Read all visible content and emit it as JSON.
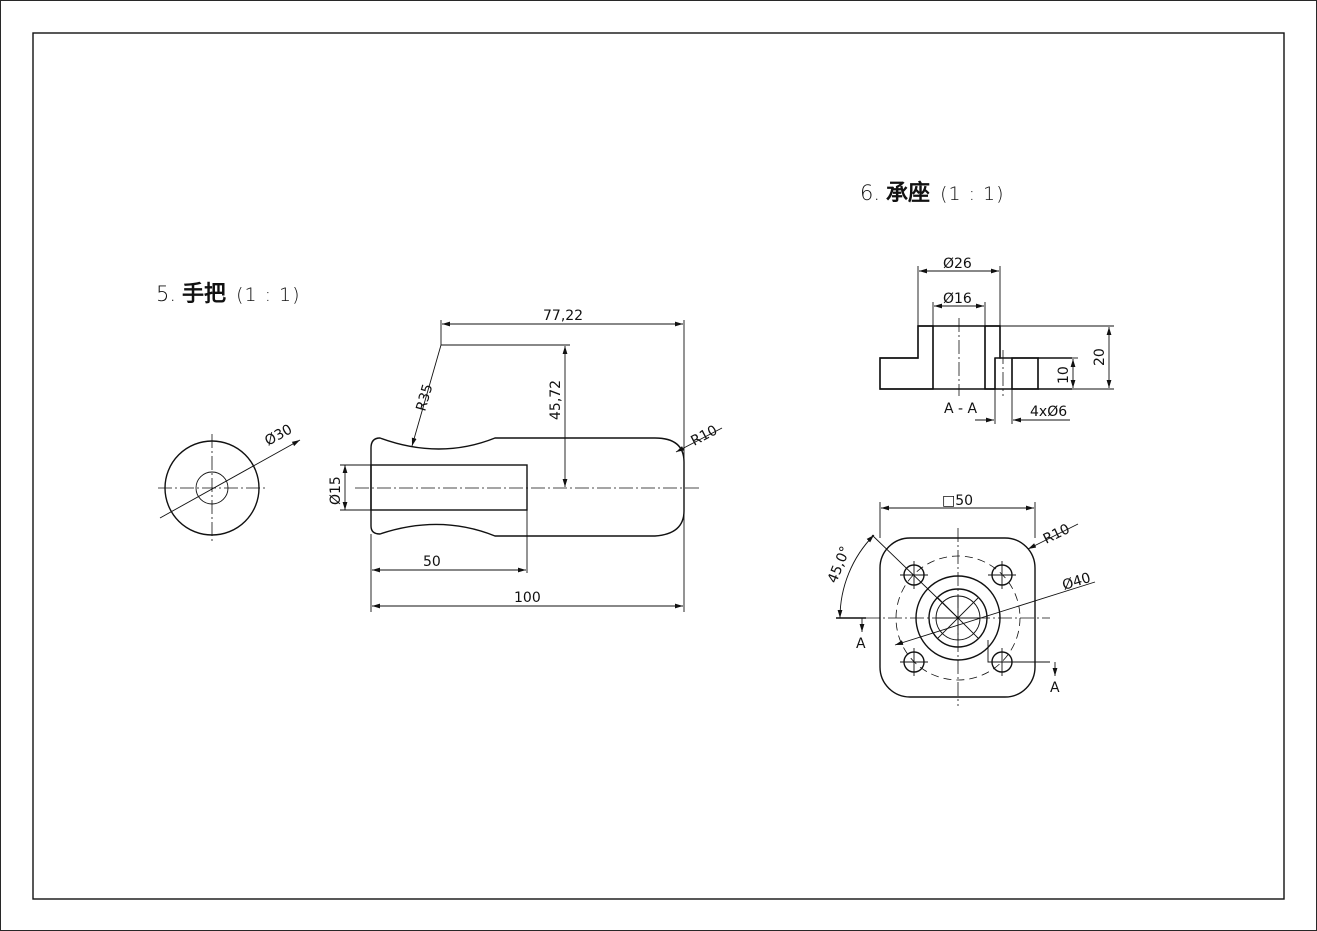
{
  "drawing": {
    "handle": {
      "number": "5.",
      "name": "手把",
      "scale": "(1 : 1)",
      "dims": {
        "outer_dia": "Ø30",
        "bore_dia": "Ø15",
        "overall_length": "100",
        "bore_depth": "50",
        "radius_groove": "R35",
        "radius_end": "R10",
        "horiz_pos": "77,22",
        "vert_pos": "45,72"
      }
    },
    "bearing_seat": {
      "number": "6.",
      "name": "承座",
      "scale": "(1 : 1)",
      "section_label": "A - A",
      "cut_label_left": "A",
      "cut_label_right": "A",
      "dims": {
        "boss_dia": "Ø26",
        "bore_dia": "Ø16",
        "height": "20",
        "flange": "10",
        "holes": "4xØ6",
        "square": "□50",
        "corner_radius": "R10",
        "pitch_dia": "Ø40",
        "angle": "45,0°"
      }
    }
  }
}
